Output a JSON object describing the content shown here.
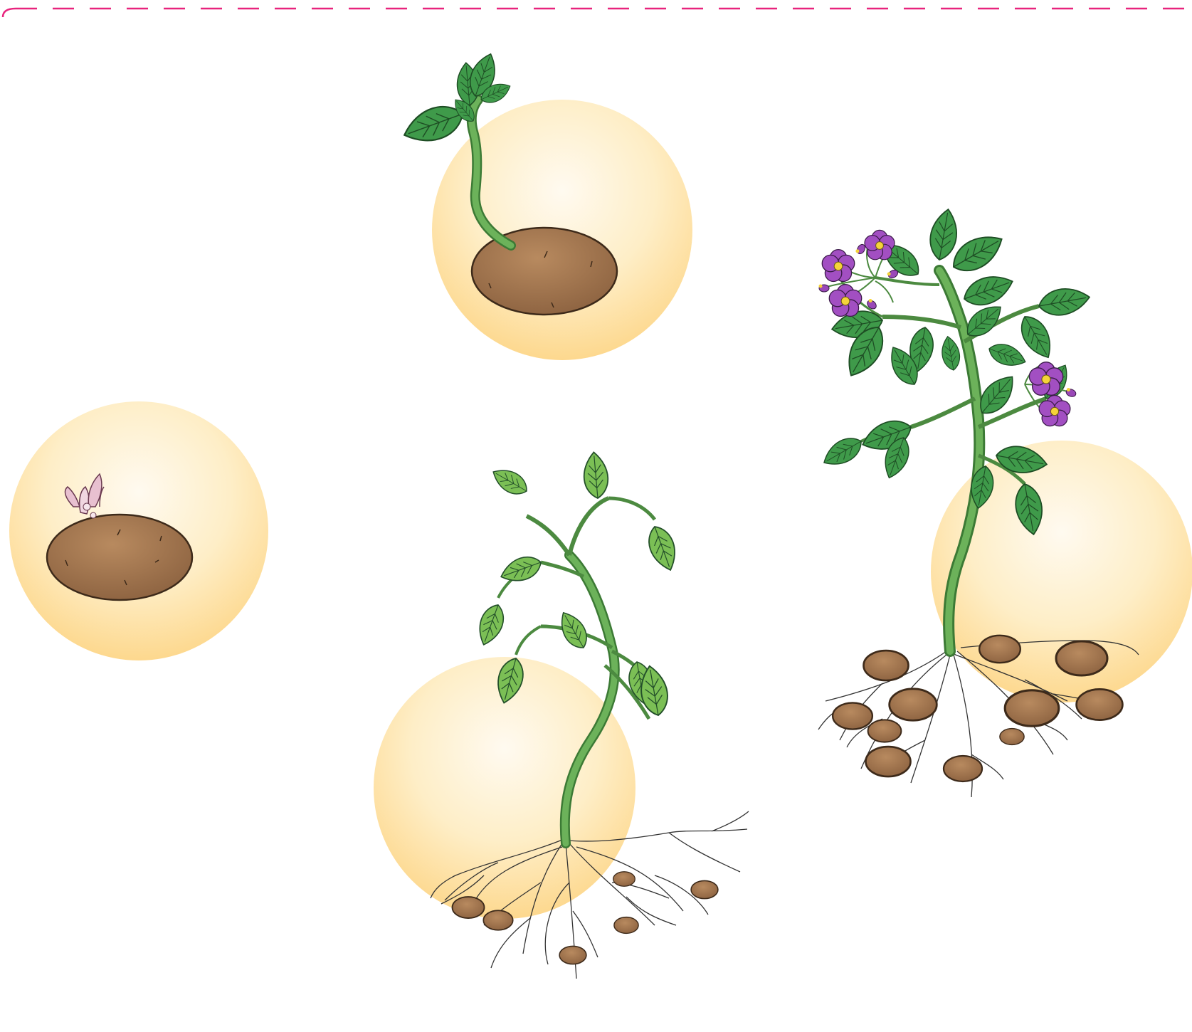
{
  "diagram": {
    "type": "potato plant growth stages",
    "stages": [
      {
        "name": "sprouting-tuber",
        "order": 1
      },
      {
        "name": "seedling",
        "order": 2
      },
      {
        "name": "young-plant",
        "order": 3
      },
      {
        "name": "mature-flowering-plant",
        "order": 4
      }
    ]
  },
  "colors": {
    "background": "#ffffff",
    "dashed_border": "#e8237d",
    "halo_inner": "#fff9ec",
    "halo_outer": "#fdd68a",
    "tuber": "#a9794f",
    "tuber_stroke": "#3d2a1a",
    "leaf": "#3f9a4a",
    "leaf_light": "#7bbf55",
    "stem": "#4fa34c",
    "flower": "#a24fc2",
    "flower_center": "#f5d33a",
    "sprout": "#e8c0d0",
    "root": "#333333"
  }
}
